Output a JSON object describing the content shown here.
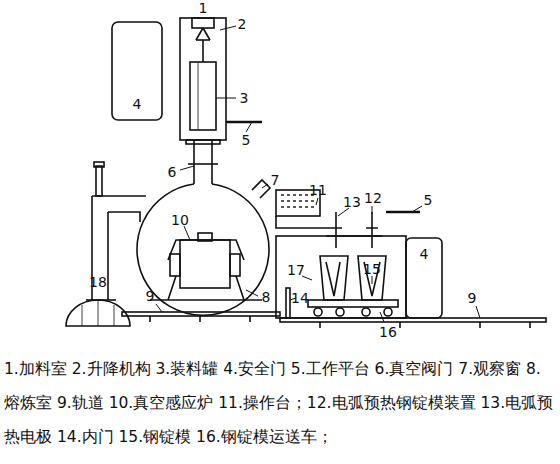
{
  "diagram": {
    "caption": "1.加料室 2.升降机构 3.装料罐 4.安全门 5.工作平台 6.真空阀门 7.观察窗 8.熔炼室 9.轨道 10.真空感应炉 11.操作台；12.电弧预热钢锭模装置 13.电弧预热电极 14.内门 15.钢锭模 16.钢锭模运送车；",
    "labels": [
      "1",
      "2",
      "4",
      "3",
      "5",
      "6",
      "7",
      "10",
      "11",
      "13",
      "12",
      "5",
      "4",
      "17",
      "15",
      "18",
      "9",
      "8",
      "14",
      "9",
      "16"
    ]
  }
}
